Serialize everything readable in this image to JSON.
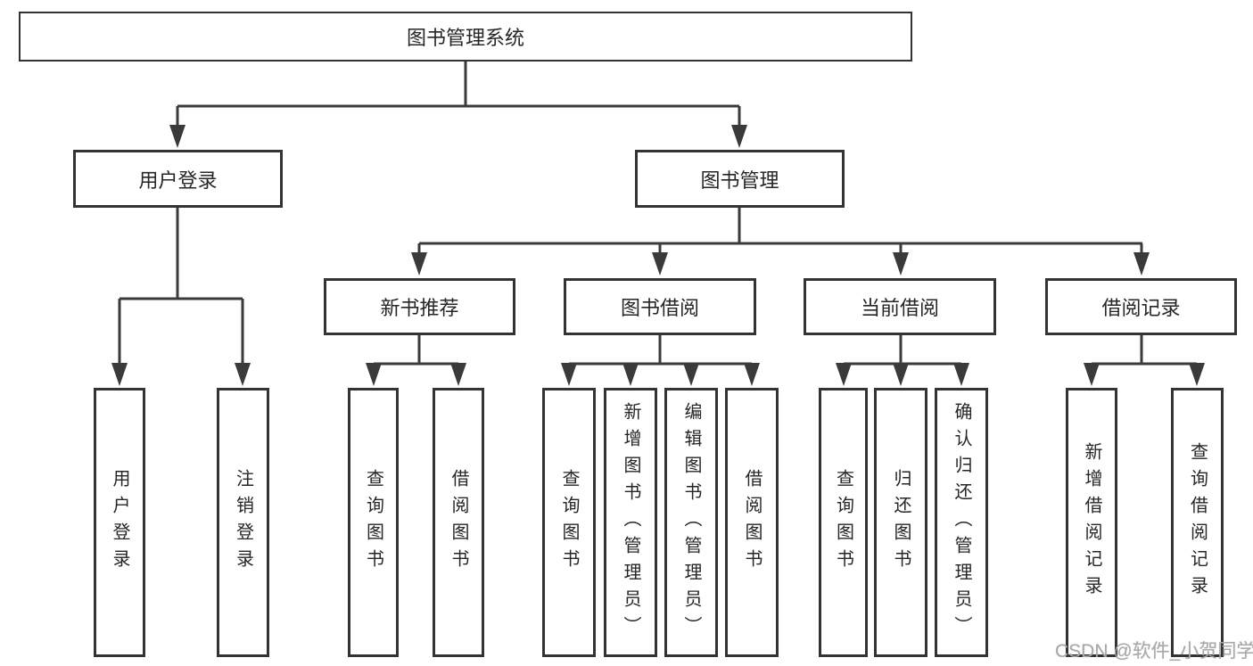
{
  "diagram": {
    "root": {
      "label": "图书管理系统"
    },
    "level2": [
      {
        "id": "user-login",
        "label": "用户登录",
        "children": [
          "用户登录",
          "注销登录"
        ]
      },
      {
        "id": "book-management",
        "label": "图书管理"
      }
    ],
    "level3": [
      {
        "id": "new-book-recommend",
        "label": "新书推荐",
        "children": [
          "查询图书",
          "借阅图书"
        ]
      },
      {
        "id": "book-borrowing",
        "label": "图书借阅",
        "children": [
          "查询图书",
          "新增图书（管理员）",
          "编辑图书（管理员）",
          "借阅图书"
        ]
      },
      {
        "id": "current-borrowing",
        "label": "当前借阅",
        "children": [
          "查询图书",
          "归还图书",
          "确认归还（管理员）"
        ]
      },
      {
        "id": "borrowing-records",
        "label": "借阅记录",
        "children": [
          "新增借阅记录",
          "查询借阅记录"
        ]
      }
    ],
    "watermark": "CSDN @软件_小贺同学",
    "colors": {
      "line": "#3a3a3a",
      "box_border": "#333333",
      "text": "#262626",
      "watermark": "#a8a8a8",
      "background": "#ffffff"
    }
  }
}
